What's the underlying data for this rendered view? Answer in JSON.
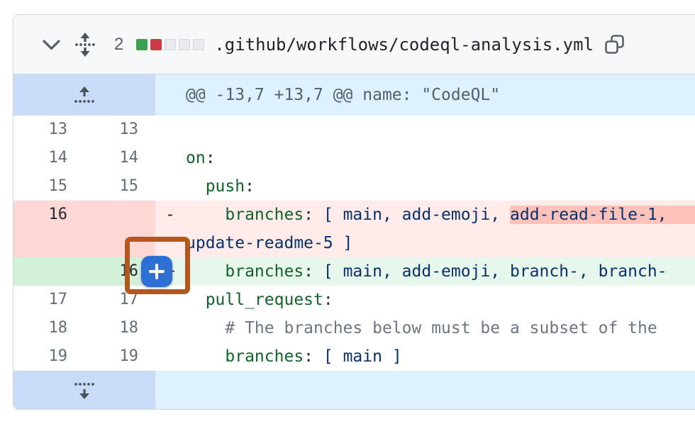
{
  "header": {
    "changes_count": "2",
    "filename": ".github/workflows/codeql-analysis.yml",
    "diffstat_blocks": [
      "added",
      "deleted",
      "neutral",
      "neutral",
      "neutral"
    ],
    "icons": {
      "collapse": "chevron-down",
      "drag": "unfold-arrows",
      "copy": "copy"
    }
  },
  "hunk": {
    "text": "@@ -13,7 +13,7 @@ name: \"CodeQL\"",
    "expand_icon": "expand-up"
  },
  "footer": {
    "expand_icon": "expand-down"
  },
  "comment_button": {
    "icon": "plus"
  },
  "colors": {
    "addition_square": "#38a04e",
    "deletion_square": "#cc3a45",
    "removed_line_bg": "#ffebe9",
    "removed_gutter_bg": "#ffd7d5",
    "removed_word_highlight": "#ffc3bb",
    "added_line_bg": "#e8f7eb",
    "added_gutter_bg": "#d3f0d8",
    "hunk_gutter_bg": "#c9dcf7",
    "hunk_body_bg": "#ddf1fe",
    "yaml_key": "#116329",
    "yaml_value": "#0a3069",
    "comment_text": "#6e7781",
    "plus_button_bg": "#2e6fd4",
    "annotation_ring": "#b3571d"
  },
  "diff": {
    "rows": [
      {
        "type": "context",
        "old": "13",
        "new": "13",
        "lines": [
          []
        ]
      },
      {
        "type": "context",
        "old": "14",
        "new": "14",
        "lines": [
          [
            {
              "t": "on",
              "c": "key"
            },
            {
              "t": ":",
              "c": "punct"
            }
          ]
        ]
      },
      {
        "type": "context",
        "old": "15",
        "new": "15",
        "lines": [
          [
            {
              "t": "  ",
              "c": "plain"
            },
            {
              "t": "push",
              "c": "key"
            },
            {
              "t": ":",
              "c": "punct"
            }
          ]
        ]
      },
      {
        "type": "removed",
        "old": "16",
        "new": "",
        "marker": "-",
        "lines": [
          [
            {
              "t": "    ",
              "c": "plain"
            },
            {
              "t": "branches",
              "c": "key"
            },
            {
              "t": ":",
              "c": "punct"
            },
            {
              "t": " ",
              "c": "plain"
            },
            {
              "t": "[ main, add-emoji, ",
              "c": "value"
            },
            {
              "t": "add-read-file-1,",
              "c": "value hl"
            },
            {
              "t": "      ",
              "c": "hl"
            }
          ],
          [
            {
              "t": "update-readme-5 ]",
              "c": "value"
            }
          ]
        ]
      },
      {
        "type": "added",
        "old": "",
        "new": "16",
        "marker": "+",
        "lines": [
          [
            {
              "t": "    ",
              "c": "plain"
            },
            {
              "t": "branches",
              "c": "key"
            },
            {
              "t": ":",
              "c": "punct"
            },
            {
              "t": " ",
              "c": "plain"
            },
            {
              "t": "[ main, add-emoji, branch-, branch-",
              "c": "value"
            }
          ]
        ]
      },
      {
        "type": "context",
        "old": "17",
        "new": "17",
        "lines": [
          [
            {
              "t": "  ",
              "c": "plain"
            },
            {
              "t": "pull_request",
              "c": "key"
            },
            {
              "t": ":",
              "c": "punct"
            }
          ]
        ]
      },
      {
        "type": "context",
        "old": "18",
        "new": "18",
        "lines": [
          [
            {
              "t": "    ",
              "c": "plain"
            },
            {
              "t": "# The branches below must be a subset of the",
              "c": "comment"
            }
          ]
        ]
      },
      {
        "type": "context",
        "old": "19",
        "new": "19",
        "lines": [
          [
            {
              "t": "    ",
              "c": "plain"
            },
            {
              "t": "branches",
              "c": "key"
            },
            {
              "t": ":",
              "c": "punct"
            },
            {
              "t": " ",
              "c": "plain"
            },
            {
              "t": "[ main ]",
              "c": "value"
            }
          ]
        ]
      }
    ]
  }
}
